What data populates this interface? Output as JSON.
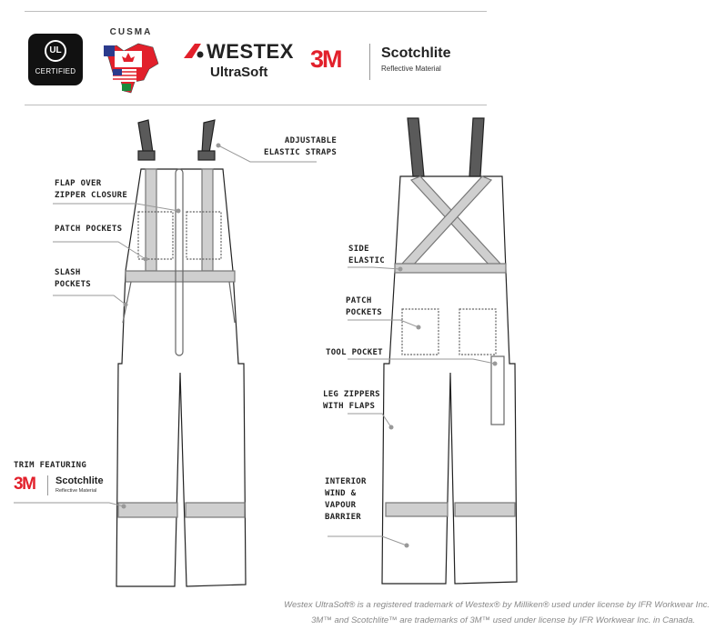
{
  "logos": {
    "ul": {
      "mark": "UL",
      "text": "CERTIFIED"
    },
    "cusma": {
      "text": "CUSMA"
    },
    "westex": {
      "brand": "WESTEX",
      "sub": "UltraSoft"
    },
    "threem": {
      "brand": "3M",
      "product": "Scotchlite",
      "sub": "Reflective Material"
    }
  },
  "front_labels": [
    "ADJUSTABLE\nELASTIC STRAPS",
    "FLAP OVER\nZIPPER CLOSURE",
    "PATCH POCKETS",
    "SLASH\nPOCKETS",
    "TRIM FEATURING"
  ],
  "trim_logo": {
    "brand": "3M",
    "product": "Scotchlite",
    "sub": "Reflective Material"
  },
  "back_labels": [
    "SIDE\nELASTIC",
    "PATCH\nPOCKETS",
    "TOOL POCKET",
    "LEG ZIPPERS\nWITH FLAPS",
    "INTERIOR\nWIND &\nVAPOUR\nBARRIER"
  ],
  "footnotes": [
    "Westex UltraSoft® is a registered trademark of Westex® by Milliken® used under license by IFR Workwear Inc.",
    "3M™ and Scotchlite™ are trademarks of 3M™ used under license by IFR Workwear Inc. in Canada."
  ],
  "colors": {
    "red": "#e2202b",
    "strap": "#5a5a5a",
    "reflective": "#cfcfcf"
  }
}
